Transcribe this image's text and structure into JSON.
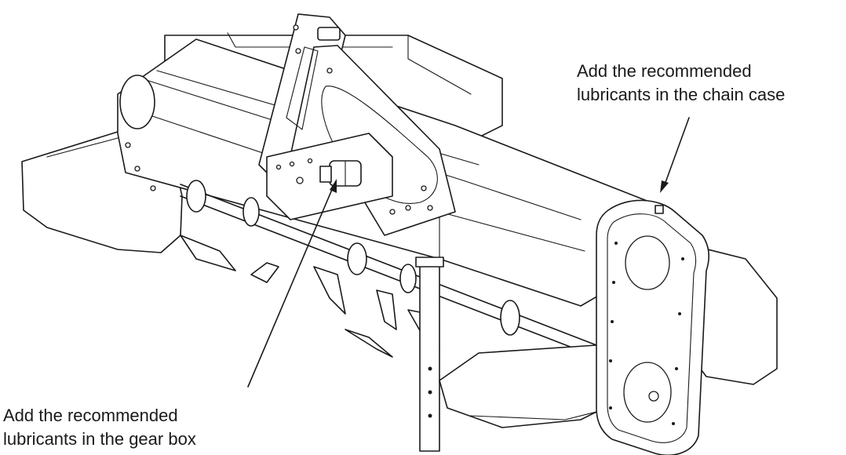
{
  "callouts": {
    "chain_case": {
      "line1": "Add the recommended",
      "line2": "lubricants in the chain case"
    },
    "gear_box": {
      "line1": "Add the recommended",
      "line2": "lubricants in the gear box"
    }
  }
}
